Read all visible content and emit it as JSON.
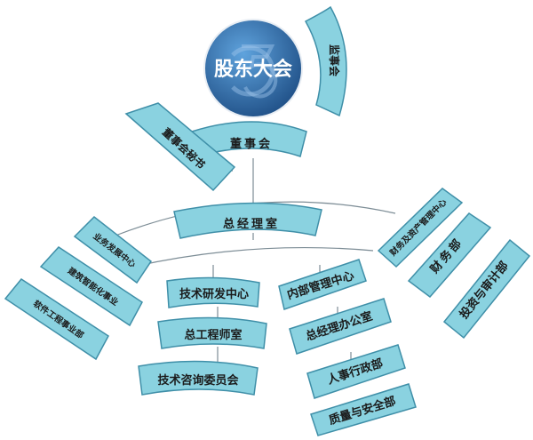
{
  "colors": {
    "box_fill": "#8ad2e0",
    "box_stroke": "#3f8fa8",
    "line": "#7d8d96",
    "circle_fill": "#2d6eb0",
    "circle_dark": "#1f4f86"
  },
  "org": {
    "top": "股东大会",
    "supervisors": "监事会",
    "board": "董事会",
    "board_secretary": "董事会秘书",
    "gm_office": "总经理室",
    "left_branch": [
      "业务发展中心",
      "建筑智能化事业",
      "软件工程事业部"
    ],
    "center_left_branch": [
      "技术研发中心",
      "总工程师室",
      "技术咨询委员会"
    ],
    "center_right_branch": [
      "内部管理中心",
      "总经理办公室",
      "人事行政部",
      "质量与安全部"
    ],
    "right_branch": [
      "财务及资产管理中心",
      "财务部",
      "投资与审计部"
    ]
  }
}
